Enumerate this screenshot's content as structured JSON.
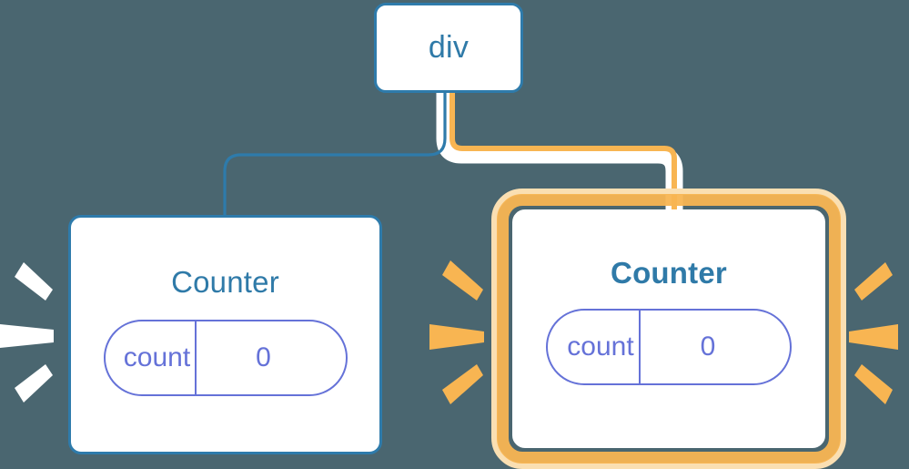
{
  "diagram": {
    "title": "React component tree re-render highlight",
    "background_color": "#4a6670",
    "accent_blue": "#2f7aa8",
    "accent_amber": "#f8b552",
    "accent_indigo": "#6572d8"
  },
  "nodes": {
    "root": {
      "label": "div",
      "highlighted": false
    },
    "counter_left": {
      "label": "Counter",
      "highlighted": false,
      "prop": {
        "key": "count",
        "value": "0"
      }
    },
    "counter_right": {
      "label": "Counter",
      "highlighted": true,
      "prop": {
        "key": "count",
        "value": "0"
      }
    }
  },
  "edges": [
    {
      "from": "div",
      "to": "Counter (left)",
      "color": "#2e7bab",
      "style": "elbow"
    },
    {
      "from": "div",
      "to": "Counter (right)",
      "color": "#f8b552",
      "style": "elbow-with-white-halo"
    }
  ],
  "effects": {
    "left_burst": {
      "color": "#ffffff",
      "ray_count": 3,
      "side": "left"
    },
    "right_burst_inner": {
      "color": "#f8b552",
      "ray_count": 3,
      "side": "left"
    },
    "right_burst_outer": {
      "color": "#f8b552",
      "ray_count": 3,
      "side": "right"
    }
  }
}
